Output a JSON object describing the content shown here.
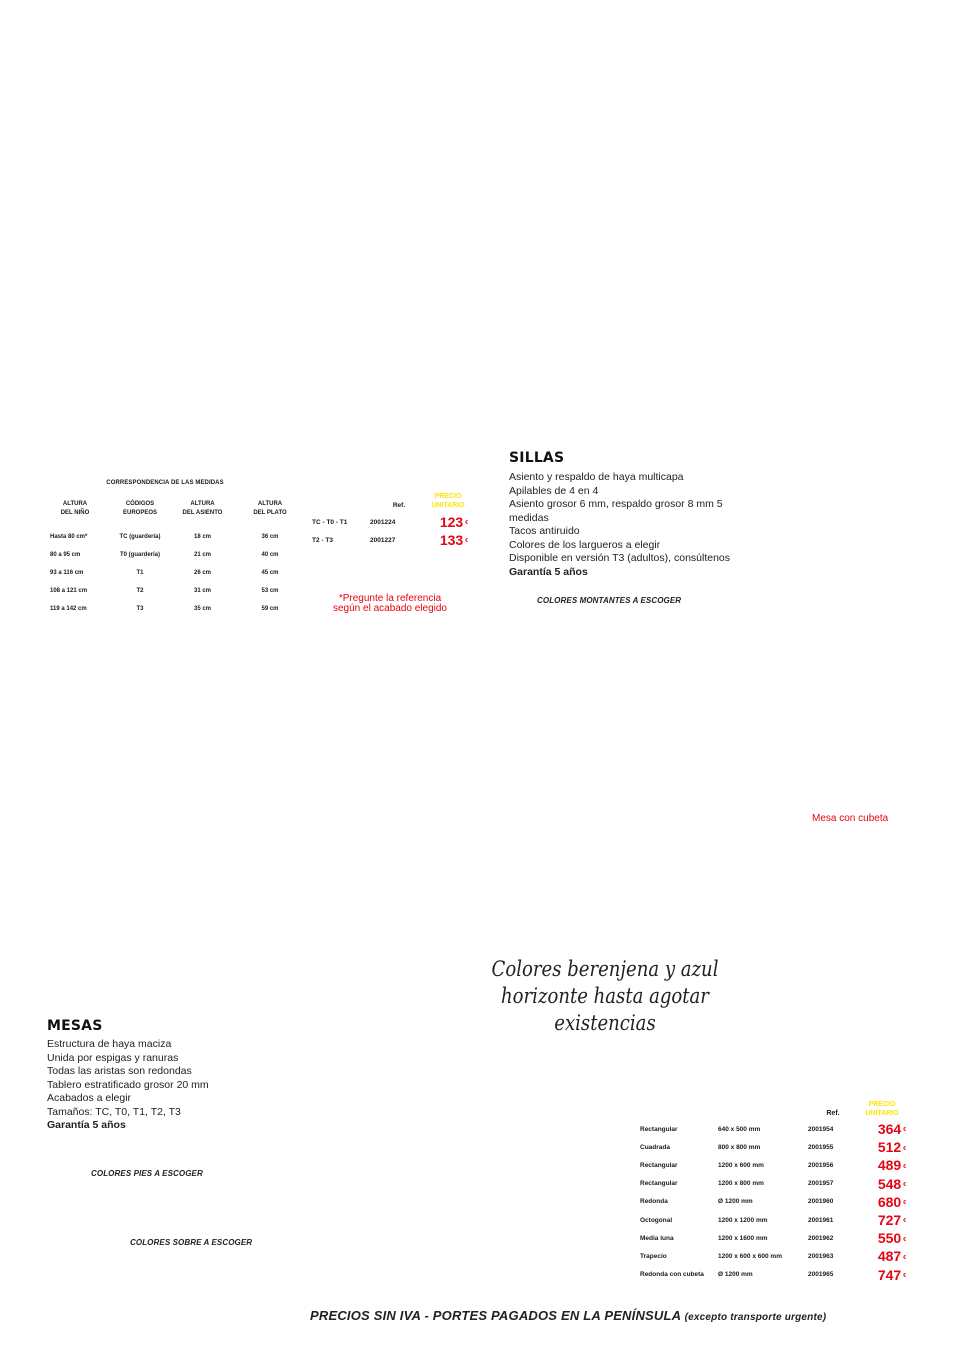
{
  "size_correspondence": {
    "title": "CORRESPONDENCIA DE LAS MEDIDAS",
    "headers": [
      [
        "ALTURA",
        "DEL NIÑO"
      ],
      [
        "CÓDIGOS",
        "EUROPEOS"
      ],
      [
        "ALTURA",
        "DEL ASIENTO"
      ],
      [
        "ALTURA",
        "DEL PLATO"
      ]
    ],
    "rows": [
      [
        "Hasta 80 cm*",
        "TC (guardería)",
        "18 cm",
        "36 cm"
      ],
      [
        "80 a 95 cm",
        "T0 (guardería)",
        "21 cm",
        "40 cm"
      ],
      [
        "93 a 116 cm",
        "T1",
        "26 cm",
        "45 cm"
      ],
      [
        "108 a 121 cm",
        "T2",
        "31 cm",
        "53 cm"
      ],
      [
        "119 a 142 cm",
        "T3",
        "35 cm",
        "59 cm"
      ]
    ]
  },
  "chairs_prices": {
    "ref_header": "Ref.",
    "price_header": [
      "PRECIO",
      "UNITARIO"
    ],
    "currency": "€",
    "rows": [
      {
        "size": "TC - T0 - T1",
        "ref": "2001224",
        "price": "123"
      },
      {
        "size": "T2 - T3",
        "ref": "2001227",
        "price": "133"
      }
    ],
    "note": [
      "*Pregunte la referencia",
      "según el acabado elegido"
    ]
  },
  "sillas": {
    "title": "SILLAS",
    "lines": [
      "Asiento y respaldo de haya multicapa",
      "Apilables de 4 en 4",
      "Asiento grosor 6 mm, respaldo grosor 8 mm 5",
      "medidas",
      "Tacos antiruido",
      "Colores de los largueros a elegir",
      "Disponible en versión T3 (adultos), consúltenos"
    ],
    "guarantee": "Garantía 5 años",
    "colors_label": "COLORES MONTANTES A ESCOGER"
  },
  "caption_mesa": "Mesa con cubeta",
  "script_note": [
    "Colores berenjena y azul",
    "horizonte hasta agotar existencias"
  ],
  "mesas": {
    "title": "MESAS",
    "lines": [
      "Estructura de haya maciza",
      "Unida por espigas y ranuras",
      "Todas las aristas son redondas",
      "Tablero estratificado grosor 20 mm",
      "Acabados a elegir",
      "Tamaños: TC, T0, T1, T2, T3"
    ],
    "guarantee": "Garantía 5 años",
    "legs_label": "COLORES PIES A ESCOGER",
    "top_label": "COLORES SOBRE A ESCOGER"
  },
  "tables_prices": {
    "ref_header": "Ref.",
    "price_header": [
      "PRECIO",
      "UNITARIO"
    ],
    "currency": "€",
    "rows": [
      {
        "shape": "Rectangular",
        "dims": "640 x 500 mm",
        "ref": "2001954",
        "price": "364"
      },
      {
        "shape": "Cuadrada",
        "dims": "800 x 800 mm",
        "ref": "2001955",
        "price": "512"
      },
      {
        "shape": "Rectangular",
        "dims": "1200 x 600 mm",
        "ref": "2001956",
        "price": "489"
      },
      {
        "shape": "Rectangular",
        "dims": "1200 x 800 mm",
        "ref": "2001957",
        "price": "548"
      },
      {
        "shape": "Redonda",
        "dims": "Ø 1200 mm",
        "ref": "2001960",
        "price": "680"
      },
      {
        "shape": "Octogonal",
        "dims": "1200 x 1200 mm",
        "ref": "2001961",
        "price": "727"
      },
      {
        "shape": "Media luna",
        "dims": "1200 x 1600 mm",
        "ref": "2001962",
        "price": "550"
      },
      {
        "shape": "Trapecio",
        "dims": "1200 x 600 x 600 mm",
        "ref": "2001963",
        "price": "487"
      },
      {
        "shape": "Redonda con cubeta",
        "dims": "Ø 1200 mm",
        "ref": "2001965",
        "price": "747"
      }
    ]
  },
  "footer": {
    "main": "PRECIOS SIN IVA - PORTES PAGADOS EN LA PENÍNSULA",
    "small": "(excepto transporte urgente)"
  },
  "colors": {
    "price_red": "#e30613",
    "price_header_yellow": "#ffe600"
  }
}
